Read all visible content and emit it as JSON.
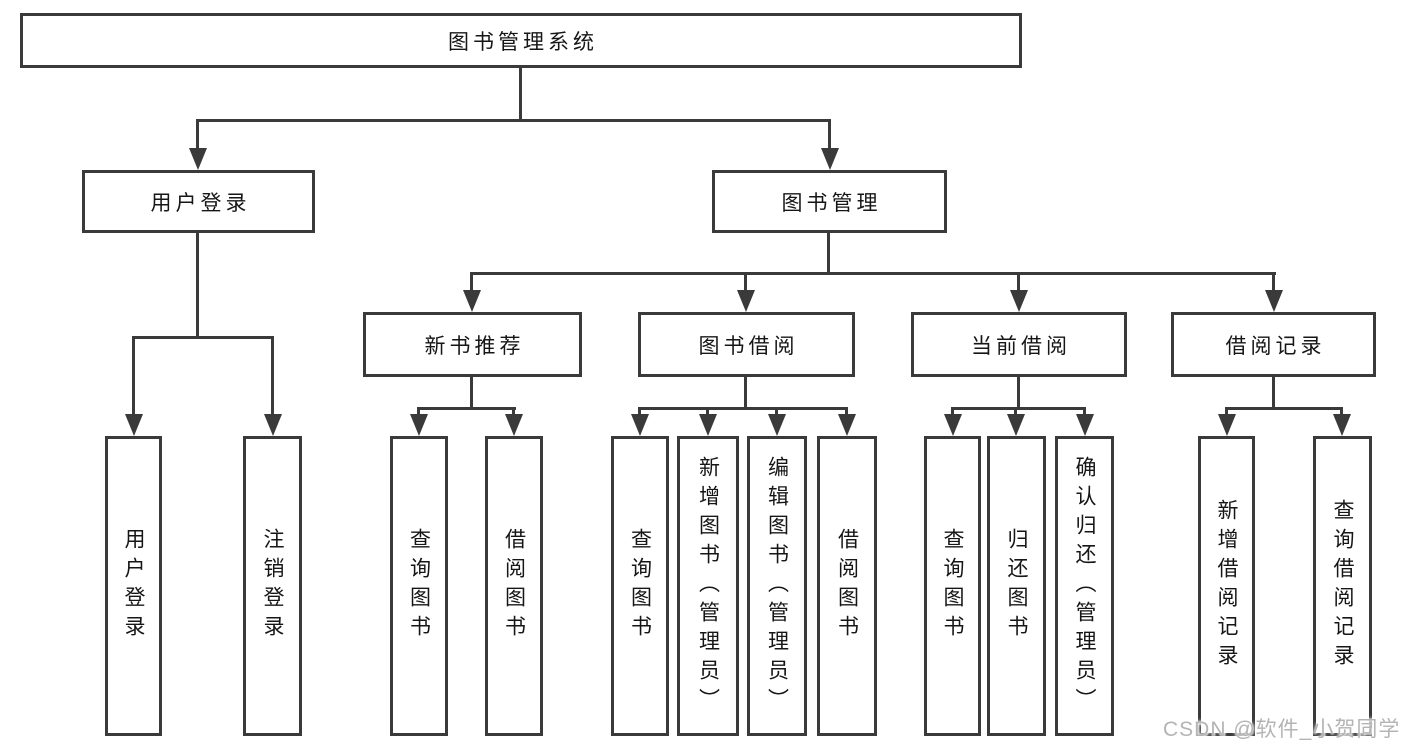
{
  "tree": {
    "root": "图书管理系统",
    "children": [
      {
        "label": "用户登录",
        "children": [
          "用户登录",
          "注销登录"
        ]
      },
      {
        "label": "图书管理",
        "children": [
          {
            "label": "新书推荐",
            "children": [
              "查询图书",
              "借阅图书"
            ]
          },
          {
            "label": "图书借阅",
            "children": [
              "查询图书",
              "新增图书（管理员）",
              "编辑图书（管理员）",
              "借阅图书"
            ]
          },
          {
            "label": "当前借阅",
            "children": [
              "查询图书",
              "归还图书",
              "确认归还（管理员）"
            ]
          },
          {
            "label": "借阅记录",
            "children": [
              "新增借阅记录",
              "查询借阅记录"
            ]
          }
        ]
      }
    ]
  },
  "watermark": {
    "text": "CSDN @软件_小贺同学"
  },
  "colors": {
    "line": "#3a3a3a",
    "text": "#161616",
    "watermark": "#b4b4b4",
    "background": "#ffffff"
  }
}
